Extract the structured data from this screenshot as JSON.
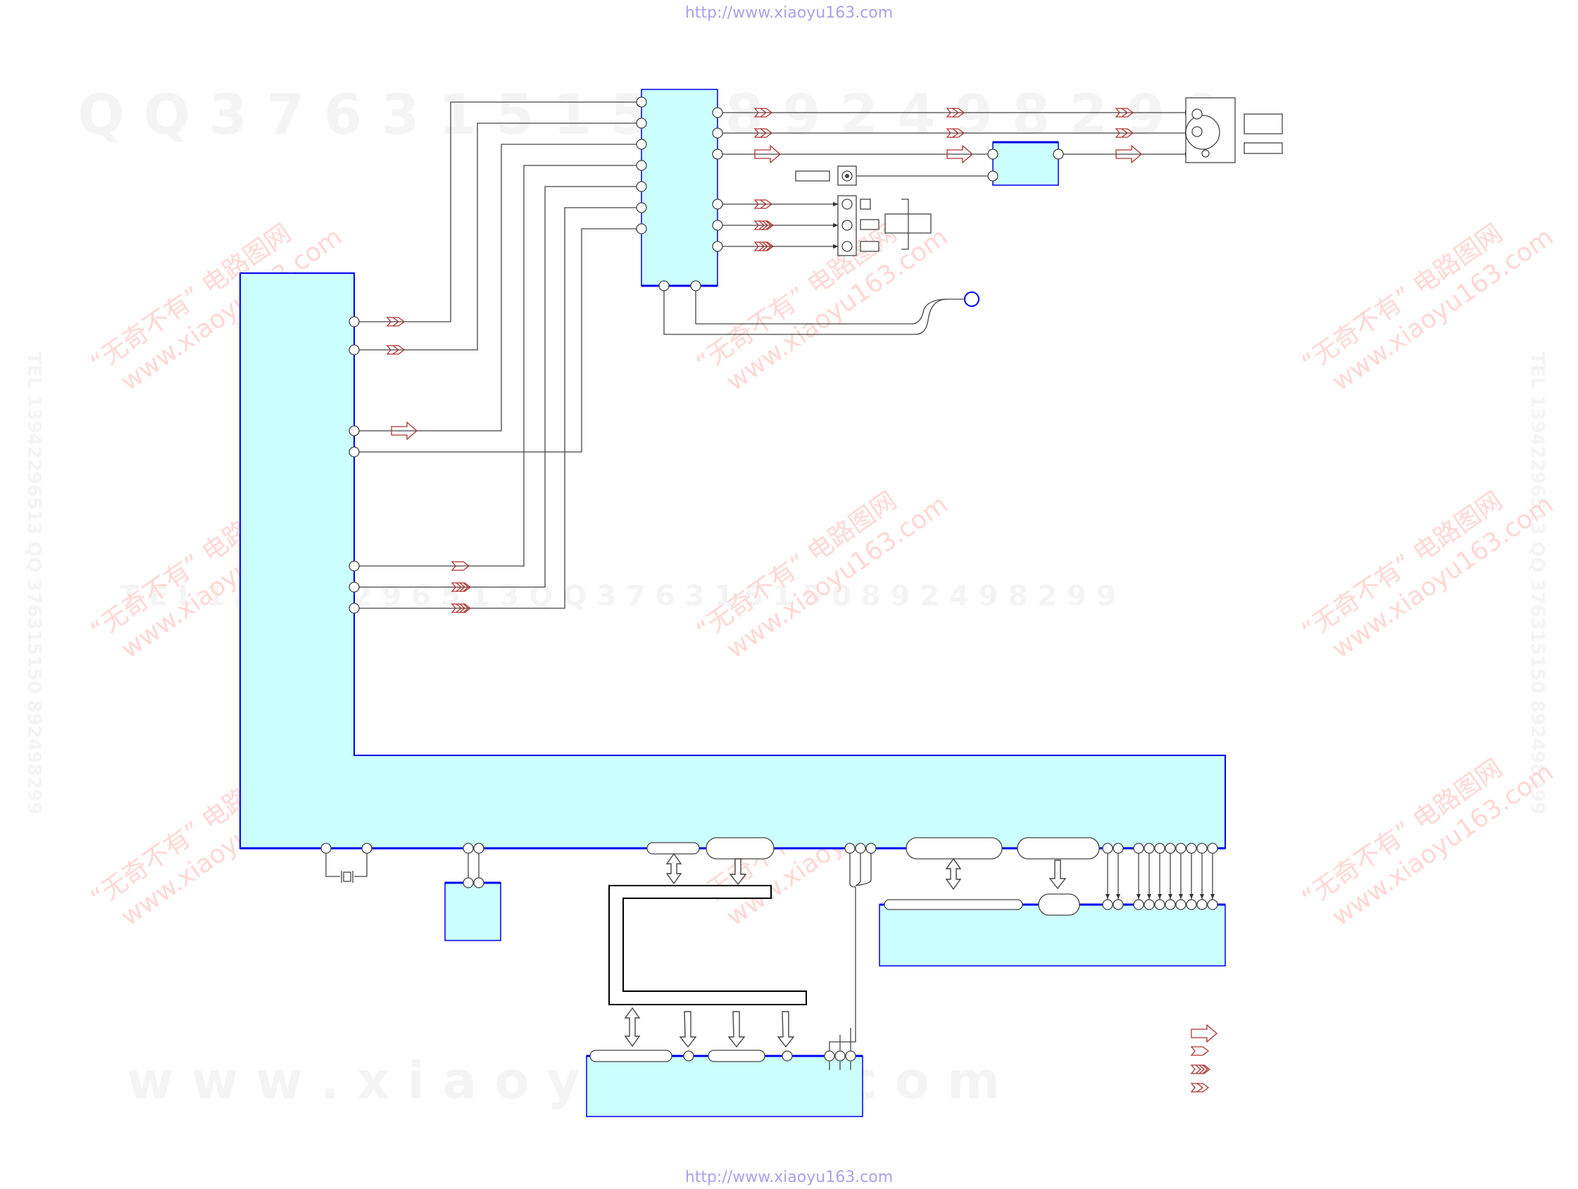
{
  "header": {
    "url": "http://www.xiaoyu163.com"
  },
  "footer": {
    "url": "http://www.xiaoyu163.com"
  },
  "watermark": {
    "qq_line": "Q Q  3 7 6 3 1 5 1 5 0   8 9 2 4 9 8 2 9 9",
    "tel_line": "T E L  1 3 9 4 2 2 9 6 5 1 3     Q Q  3 7 6 3 1 5 1 5 0   8 9 2 4 9 8 2 9 9",
    "www_line": "w w w . x i a o y u 1 6 3 . c o m",
    "side_left": "TEL 13942296513  QQ 376315150  892498299",
    "side_right": "TEL 13942296513  QQ 376315150  892498299",
    "diag_cn": "“无奇不有” 电路图网",
    "diag_url": "www.xiaoyu163.com"
  },
  "colors": {
    "block_fill": "#ccffff",
    "block_edge": "#0000ee",
    "wire": "#555555",
    "signal_arrow": "#b03030",
    "watermark_gray": "#f4f4f4",
    "watermark_pink": "#ffd8d4",
    "url_blue": "#a9a2ea"
  }
}
